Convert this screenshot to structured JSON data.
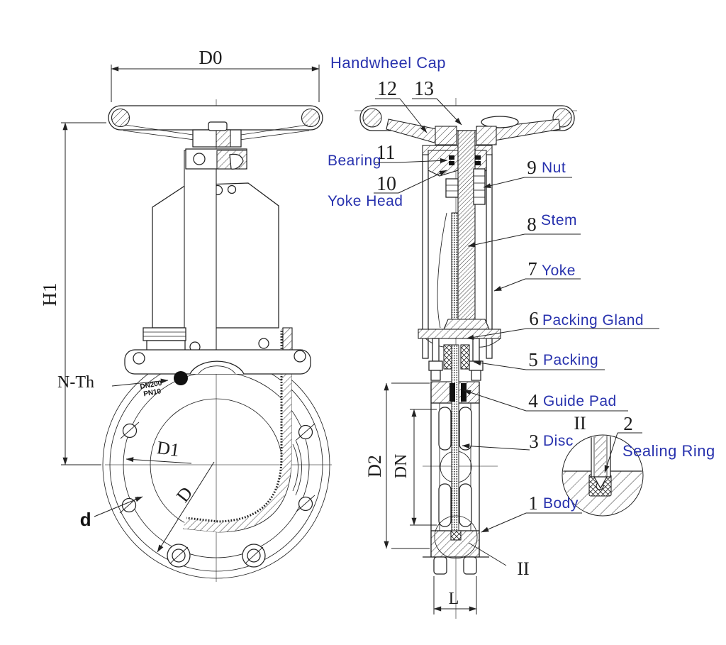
{
  "colors": {
    "label_blue": "#2832ae",
    "line_dark": "#222222",
    "background": "#ffffff"
  },
  "dimensions": {
    "handwheel_diameter": "D0",
    "height": "H1",
    "thread_callout": "N-Th",
    "bolt_circle": "D1",
    "flange_diameter": "D",
    "bolt_hole": "d",
    "body_outer": "D2",
    "nominal_bore": "DN",
    "face_to_face": "L"
  },
  "callouts": {
    "handwheel_cap": {
      "label": "Handwheel Cap",
      "num_a": "12",
      "num_b": "13"
    },
    "bearing": {
      "num": "11",
      "label": "Bearing"
    },
    "yoke_head": {
      "num": "10",
      "label": "Yoke Head"
    },
    "nut": {
      "num": "9",
      "label": "Nut"
    },
    "stem": {
      "num": "8",
      "label": "Stem"
    },
    "yoke": {
      "num": "7",
      "label": "Yoke"
    },
    "packing_gland": {
      "num": "6",
      "label": "Packing Gland"
    },
    "packing": {
      "num": "5",
      "label": "Packing"
    },
    "guide_pad": {
      "num": "4",
      "label": "Guide Pad"
    },
    "disc": {
      "num": "3",
      "label": "Disc"
    },
    "sealing_ring": {
      "num": "2",
      "label": "Sealing Ring"
    },
    "body": {
      "num": "1",
      "label": "Body"
    }
  },
  "section_marks": {
    "detail": "II",
    "section": "II"
  },
  "cast_marking": {
    "line1": "DN200",
    "line2": "PN10"
  }
}
